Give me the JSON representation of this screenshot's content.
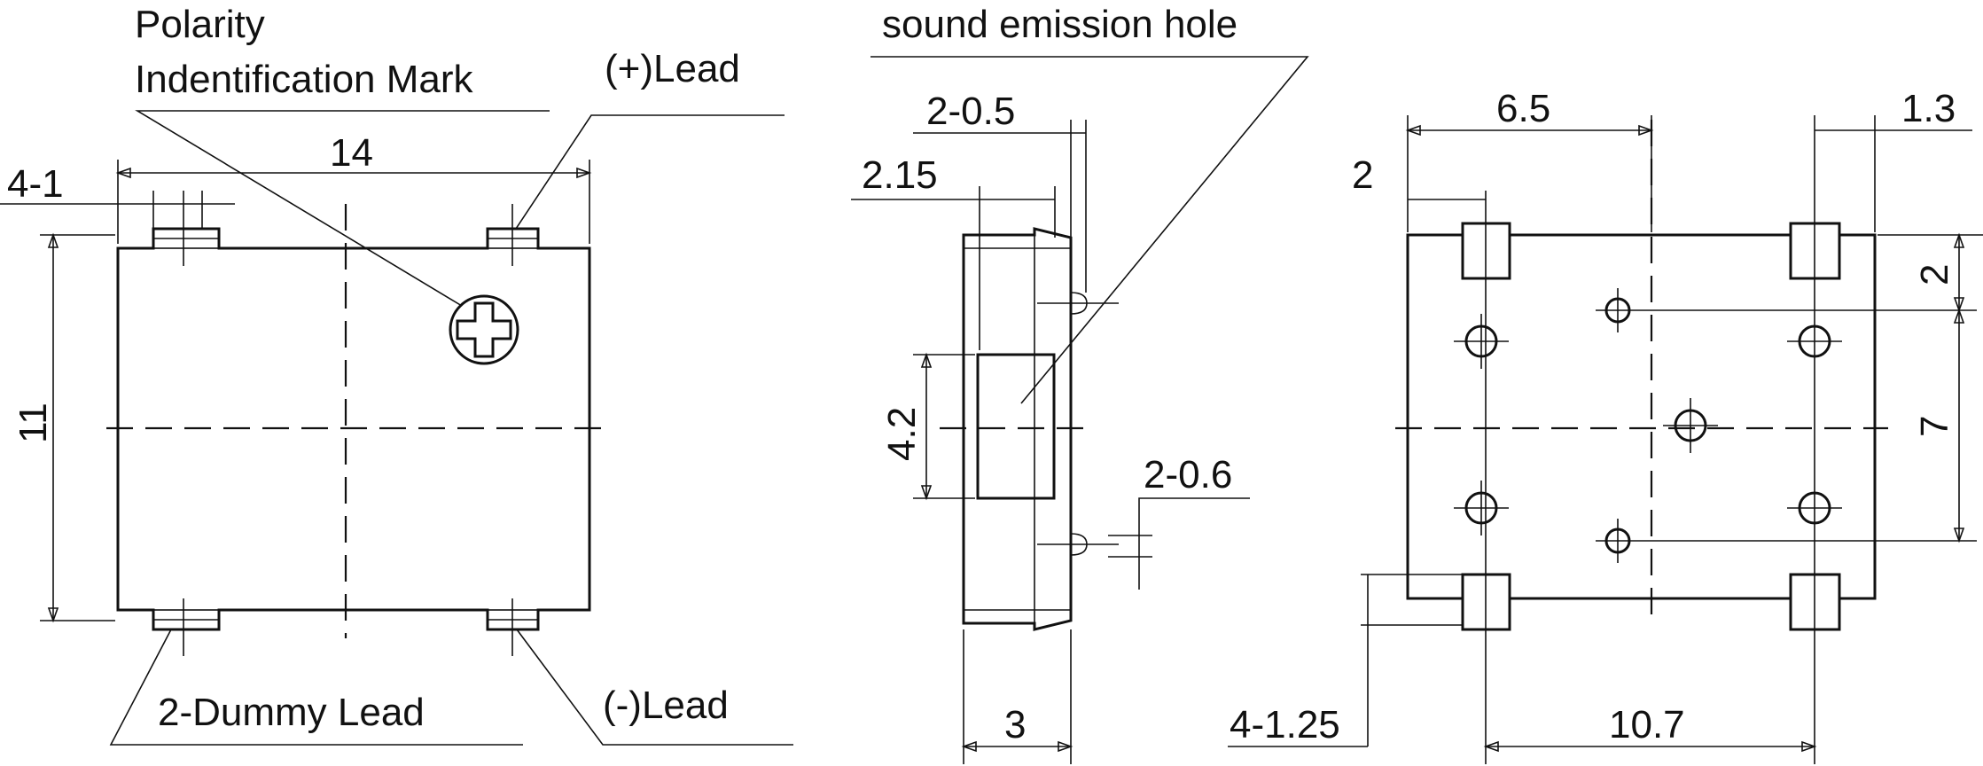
{
  "labels": {
    "polarity_line1": "Polarity",
    "polarity_line2": "Indentification Mark",
    "plus_lead": "(+)Lead",
    "minus_lead": "(-)Lead",
    "dummy_lead": "2-Dummy Lead",
    "sound_hole": "sound emission hole"
  },
  "dimensions": {
    "front_pad_width": "4-1",
    "front_width": "14",
    "front_height": "11",
    "side_lead_thickness": "2-0.5",
    "side_body_offset": "2.15",
    "side_hole_height": "4.2",
    "side_lead_spacing": "2-0.6",
    "side_depth": "3",
    "bottom_pad_spacing_top": "6.5",
    "bottom_pad_edge": "1.3",
    "bottom_pad_offset": "2",
    "bottom_right_top": "2",
    "bottom_right_mid": "7",
    "bottom_pad_width": "4-1.25",
    "bottom_pad_pitch": "10.7"
  }
}
